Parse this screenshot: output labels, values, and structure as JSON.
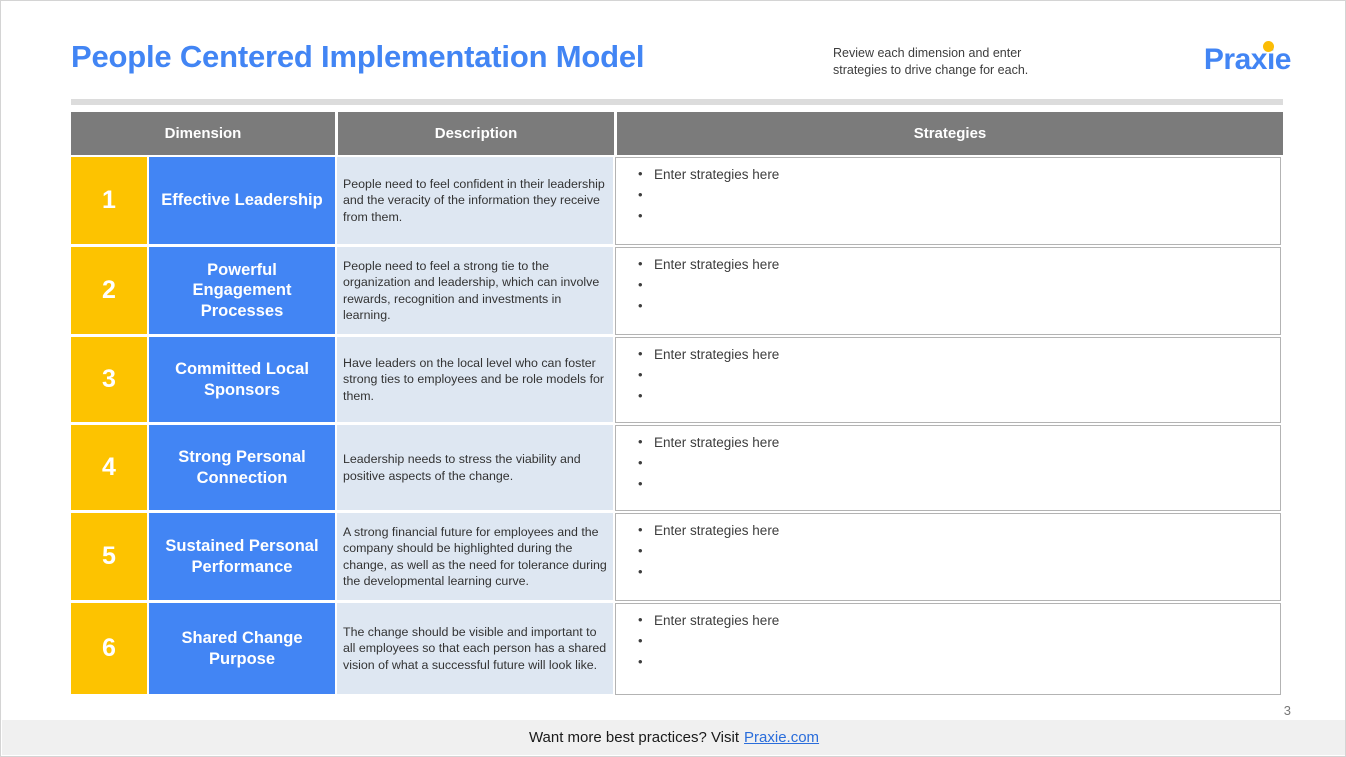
{
  "header": {
    "title": "People Centered Implementation Model",
    "subtitle": "Review each dimension and enter strategies to drive change for each.",
    "logo": "Praxie"
  },
  "table": {
    "columns": [
      "Dimension",
      "Description",
      "Strategies"
    ],
    "rows": [
      {
        "number": "1",
        "dimension": "Effective Leadership",
        "description": "People need to feel confident in their leadership and the veracity of the information they receive from them.",
        "strategies": [
          "Enter strategies here",
          "",
          ""
        ]
      },
      {
        "number": "2",
        "dimension": "Powerful Engagement Processes",
        "description": "People need to feel a strong tie to the organization and leadership, which can involve rewards, recognition and investments in learning.",
        "strategies": [
          "Enter strategies here",
          "",
          ""
        ]
      },
      {
        "number": "3",
        "dimension": "Committed Local Sponsors",
        "description": "Have leaders on the local level who can foster strong ties to employees and be role models for them.",
        "strategies": [
          "Enter strategies here",
          "",
          ""
        ]
      },
      {
        "number": "4",
        "dimension": "Strong Personal Connection",
        "description": "Leadership needs to stress the viability and positive aspects of the change.",
        "strategies": [
          "Enter strategies here",
          "",
          ""
        ]
      },
      {
        "number": "5",
        "dimension": "Sustained Personal Performance",
        "description": "A strong financial future for employees and the company should be highlighted during the change, as well as the need for tolerance during the developmental learning curve.",
        "strategies": [
          "Enter strategies here",
          "",
          ""
        ]
      },
      {
        "number": "6",
        "dimension": "Shared Change Purpose",
        "description": "The change should be visible and important to all employees so that each person has a shared vision of what a successful future will look like.",
        "strategies": [
          "Enter strategies here",
          "",
          ""
        ]
      }
    ]
  },
  "page_number": "3",
  "footer": {
    "text": "Want more best practices? Visit",
    "link": "Praxie.com"
  },
  "colors": {
    "accent_blue": "#4285f4",
    "accent_yellow": "#fdc300",
    "header_gray": "#7b7b7b",
    "description_bg": "#dee7f2",
    "footer_bg": "#f0f0f0",
    "link_blue": "#2a6ddb"
  },
  "bullet_glyph": "•"
}
